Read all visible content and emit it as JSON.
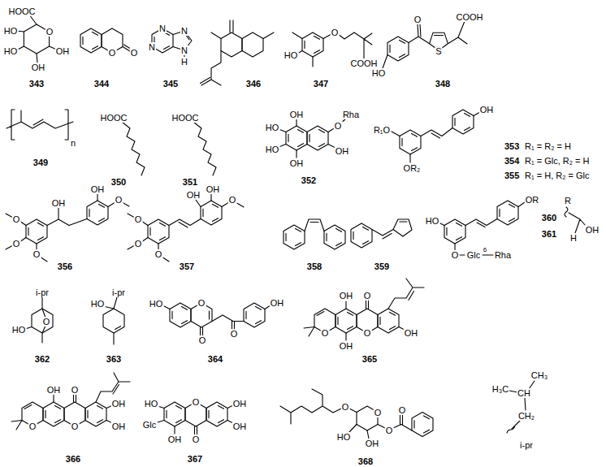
{
  "diagram": {
    "labels": [
      "HOOC",
      "O",
      "OH",
      "OH",
      "HO",
      "HO",
      "343",
      "O",
      "O",
      "344",
      "N",
      "N",
      "N",
      "N",
      "H",
      "345",
      "346",
      "HO",
      "O",
      "COOH",
      "347",
      "O",
      "S",
      "COOH",
      "HO",
      "348",
      "n",
      "349",
      "HOOC",
      "350",
      "HOOC",
      "351",
      "OH",
      "HO",
      "HO",
      "OH",
      "O",
      "Rha",
      "OH",
      "352",
      "R₁O",
      "OR₂",
      "OH",
      "353",
      "R₁ = R₂ = H",
      "354",
      "R₁ = Glc, R₂ = H",
      "355",
      "R₁ = H, R₂ = Glc",
      "O",
      "O",
      "O",
      "OH",
      "OH",
      "O",
      "356",
      "O",
      "O",
      "O",
      "OH",
      "OH",
      "O",
      "357",
      "358",
      "359",
      "HO",
      "O",
      "Glc",
      "6",
      "Rha",
      "OR",
      "360",
      "361",
      "R",
      "OH",
      "H",
      "i-pr",
      "HO",
      "O",
      "362",
      "i-pr",
      "HO",
      "363",
      "HO",
      "O",
      "O",
      "O",
      "OH",
      "364",
      "OH",
      "O",
      "OH",
      "O",
      "OH",
      "O",
      "365",
      "OH",
      "O",
      "OH",
      "OH",
      "O",
      "O",
      "366",
      "HO",
      "Glc",
      "OH",
      "O",
      "O",
      "OH",
      "OH",
      "367",
      "O",
      "O",
      "O",
      "HO",
      "OH",
      "O",
      "368",
      "H₃C",
      "CH₃",
      "CH",
      "CH₂",
      "i-pr"
    ]
  }
}
